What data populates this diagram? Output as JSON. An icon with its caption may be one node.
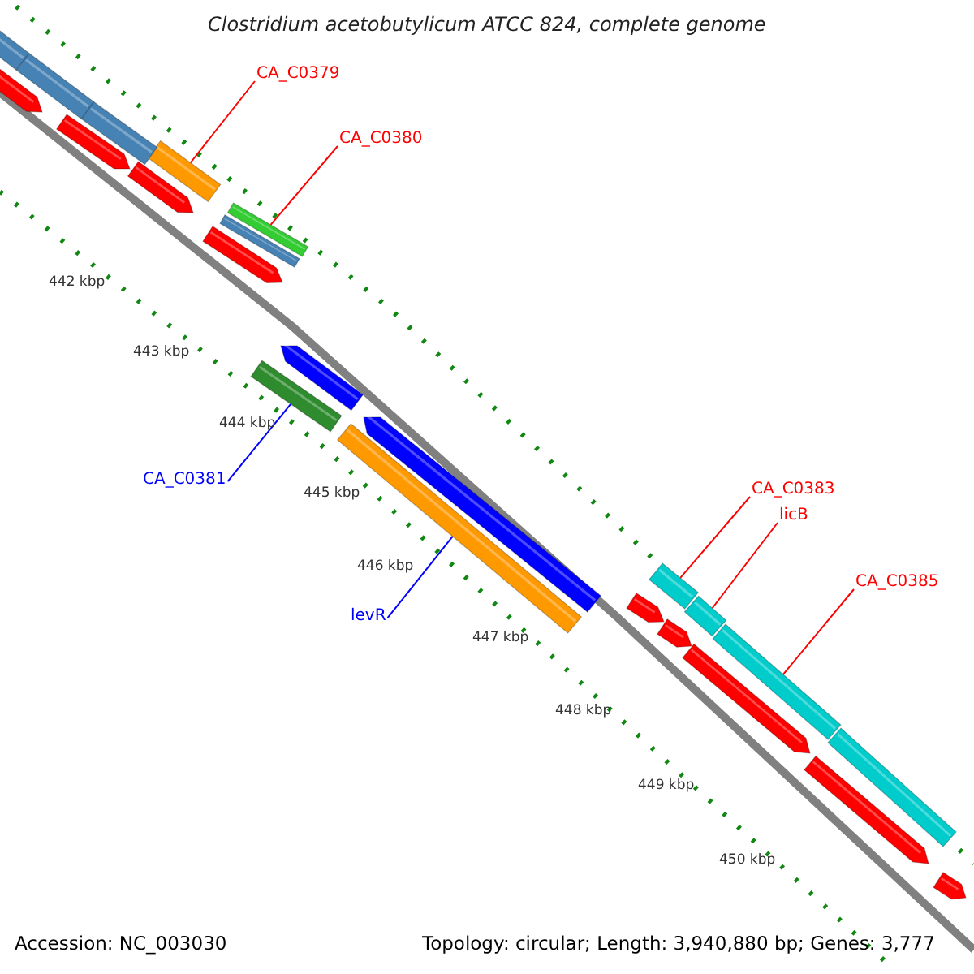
{
  "diagram": {
    "title": "Clostridium acetobutylicum ATCC 824, complete genome",
    "nodes": [
      {
        "text": [
          "CA_C0379"
        ]
      },
      {
        "text": [],
        "shape": "bar"
      },
      {
        "text": [
          "CA_C0380"
        ]
      },
      {
        "text": [],
        "shape": "bar"
      },
      {
        "text": [
          "CA_C0381"
        ]
      },
      {
        "text": [],
        "shape": "bar"
      },
      {
        "text": [
          "levR"
        ]
      },
      {
        "text": [],
        "shape": "bar"
      },
      {
        "text": [
          "CA_C0383"
        ]
      },
      {
        "text": [],
        "shape": "bar"
      },
      {
        "text": [
          "licB"
        ]
      },
      {
        "text": [],
        "shape": "bar"
      },
      {
        "text": [
          "CA_C0385"
        ]
      },
      {
        "text": [],
        "shape": "bar"
      },
      {
        "text": [],
        "shape": "bar"
      },
      {
        "text": [],
        "shape": "bar"
      },
      {
        "text": [],
        "shape": "bar"
      },
      {
        "text": [],
        "shape": "bar"
      },
      {
        "text": [],
        "shape": "bar"
      },
      {
        "text": [],
        "shape": "bar"
      },
      {
        "text": [],
        "shape": "bar"
      },
      {
        "text": [],
        "shape": "bar"
      },
      {
        "text": [],
        "shape": "bar"
      },
      {
        "text": [],
        "shape": "bar"
      },
      {
        "text": [],
        "shape": "bar"
      },
      {
        "text": [],
        "shape": "bar"
      },
      {
        "text": [],
        "shape": "bar"
      },
      {
        "text": [],
        "shape": "bar"
      },
      {
        "text": [],
        "shape": "bar"
      },
      {
        "text": [],
        "shape": "bar"
      }
    ],
    "edges": [
      {
        "from": 0,
        "to": 1,
        "arrow": "none"
      },
      {
        "from": 2,
        "to": 3,
        "arrow": "none"
      },
      {
        "from": 4,
        "to": 5,
        "arrow": "none",
        "color": "#0000ff"
      },
      {
        "from": 6,
        "to": 7,
        "arrow": "none",
        "color": "#0000ff"
      },
      {
        "from": 8,
        "to": 9,
        "arrow": "none"
      },
      {
        "from": 10,
        "to": 11,
        "arrow": "none"
      },
      {
        "from": 12,
        "to": 13,
        "arrow": "none"
      }
    ],
    "labels": [
      "442 kbp",
      "443 kbp",
      "444 kbp",
      "445 kbp",
      "446 kbp",
      "447 kbp",
      "448 kbp",
      "449 kbp",
      "450 kbp",
      "Accession: NC_003030",
      "Topology: circular; Length: 3,940,880 bp; Genes: 3,777"
    ]
  }
}
